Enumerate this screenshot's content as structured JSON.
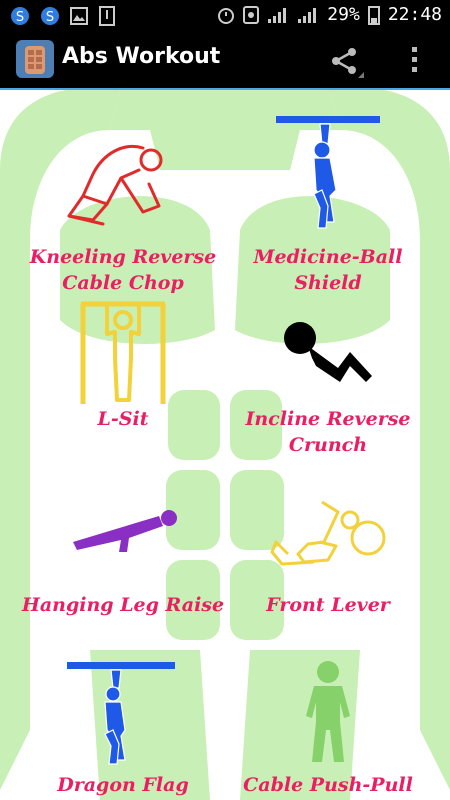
{
  "status": {
    "battery_percent": "29%",
    "time": "22:48"
  },
  "app_bar": {
    "title": "Abs Workout"
  },
  "exercises": [
    {
      "label": "Kneeling Reverse\nCable Chop"
    },
    {
      "label": "Medicine-Ball\nShield"
    },
    {
      "label": "L-Sit"
    },
    {
      "label": "Incline Reverse\nCrunch"
    },
    {
      "label": "Hanging Leg Raise"
    },
    {
      "label": "Front Lever"
    },
    {
      "label": "Dragon Flag"
    },
    {
      "label": "Cable Push-Pull"
    }
  ],
  "colors": {
    "label": "#e91e63",
    "background_figure": "#c8efb5",
    "accent_line": "#48a9e6"
  }
}
